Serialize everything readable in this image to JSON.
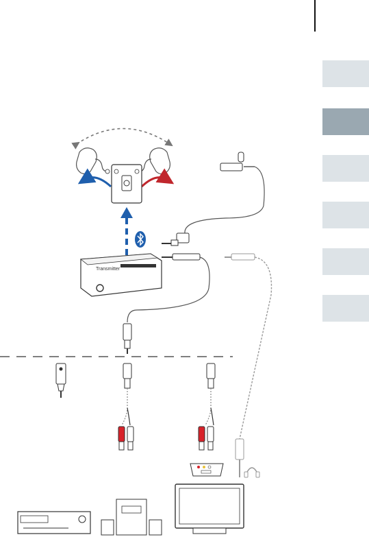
{
  "side_tabs": [
    {
      "name": "tab-1",
      "active": false
    },
    {
      "name": "tab-2",
      "active": true
    },
    {
      "name": "tab-3",
      "active": false
    },
    {
      "name": "tab-4",
      "active": false
    },
    {
      "name": "tab-5",
      "active": false
    },
    {
      "name": "tab-6",
      "active": false
    }
  ],
  "diagram": {
    "transmitter_label": "Transmitter",
    "colors": {
      "bluetooth": "#1f5fad",
      "arrow_blue": "#1f5fad",
      "arrow_red": "#c0272d",
      "plug_red": "#d8222a",
      "cable": "#555555",
      "cable_light": "#9a9a9a",
      "tab_active": "#9aa8b1",
      "tab_inactive": "#dde3e7"
    },
    "icons": [
      "hearing-aid-left-icon",
      "hearing-aid-right-icon",
      "remote-control-icon",
      "bluetooth-icon",
      "transmitter-box-icon",
      "lapel-microphone-icon",
      "jack-adapter-icon",
      "rca-cable-icon",
      "headphones-icon",
      "scart-adapter-icon",
      "stereo-receiver-icon",
      "hifi-system-icon",
      "television-icon"
    ]
  }
}
